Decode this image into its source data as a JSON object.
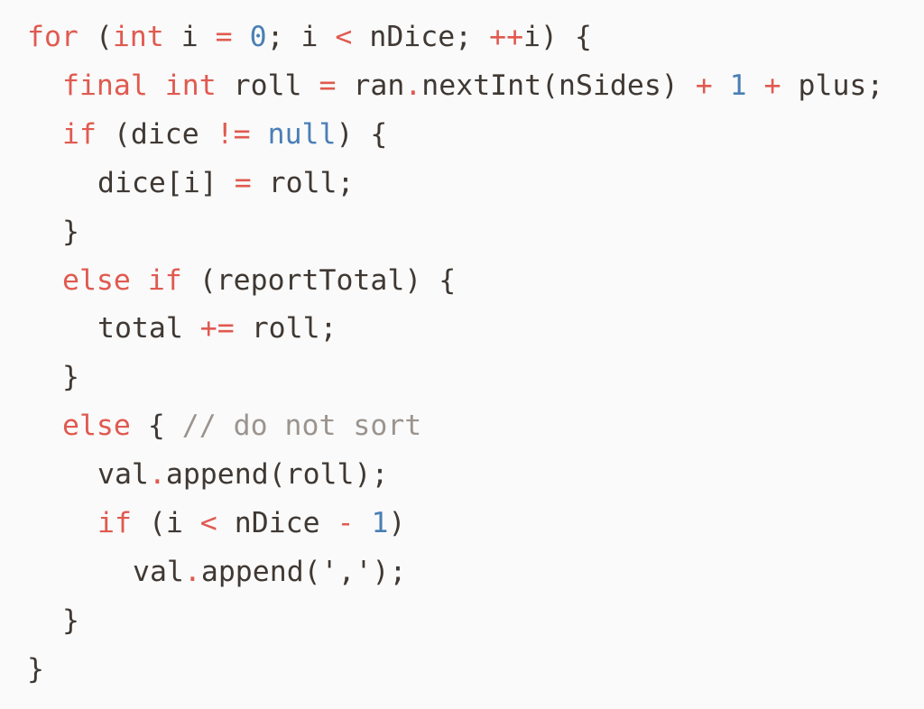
{
  "colors": {
    "background": "#fafafa",
    "text": "#3f3833",
    "keyword": "#e05a50",
    "literal": "#4a7fb5",
    "comment": "#9b948f"
  },
  "code": {
    "lines": [
      {
        "indent": 0,
        "tokens": [
          {
            "t": "kw",
            "v": "for"
          },
          {
            "t": "tx",
            "v": " ("
          },
          {
            "t": "kw",
            "v": "int"
          },
          {
            "t": "tx",
            "v": " i "
          },
          {
            "t": "kw",
            "v": "="
          },
          {
            "t": "tx",
            "v": " "
          },
          {
            "t": "num",
            "v": "0"
          },
          {
            "t": "tx",
            "v": "; i "
          },
          {
            "t": "kw",
            "v": "<"
          },
          {
            "t": "tx",
            "v": " nDice; "
          },
          {
            "t": "kw",
            "v": "++"
          },
          {
            "t": "tx",
            "v": "i) {"
          }
        ]
      },
      {
        "indent": 1,
        "tokens": [
          {
            "t": "kw",
            "v": "final"
          },
          {
            "t": "tx",
            "v": " "
          },
          {
            "t": "kw",
            "v": "int"
          },
          {
            "t": "tx",
            "v": " roll "
          },
          {
            "t": "kw",
            "v": "="
          },
          {
            "t": "tx",
            "v": " ran"
          },
          {
            "t": "kw",
            "v": "."
          },
          {
            "t": "tx",
            "v": "nextInt(nSides) "
          },
          {
            "t": "kw",
            "v": "+"
          },
          {
            "t": "tx",
            "v": " "
          },
          {
            "t": "num",
            "v": "1"
          },
          {
            "t": "tx",
            "v": " "
          },
          {
            "t": "kw",
            "v": "+"
          },
          {
            "t": "tx",
            "v": " plus;"
          }
        ]
      },
      {
        "indent": 1,
        "tokens": [
          {
            "t": "kw",
            "v": "if"
          },
          {
            "t": "tx",
            "v": " (dice "
          },
          {
            "t": "kw",
            "v": "!="
          },
          {
            "t": "tx",
            "v": " "
          },
          {
            "t": "num",
            "v": "null"
          },
          {
            "t": "tx",
            "v": ") {"
          }
        ]
      },
      {
        "indent": 2,
        "tokens": [
          {
            "t": "tx",
            "v": "dice[i] "
          },
          {
            "t": "kw",
            "v": "="
          },
          {
            "t": "tx",
            "v": " roll;"
          }
        ]
      },
      {
        "indent": 1,
        "tokens": [
          {
            "t": "tx",
            "v": "}"
          }
        ]
      },
      {
        "indent": 1,
        "tokens": [
          {
            "t": "kw",
            "v": "else"
          },
          {
            "t": "tx",
            "v": " "
          },
          {
            "t": "kw",
            "v": "if"
          },
          {
            "t": "tx",
            "v": " (reportTotal) {"
          }
        ]
      },
      {
        "indent": 2,
        "tokens": [
          {
            "t": "tx",
            "v": "total "
          },
          {
            "t": "kw",
            "v": "+="
          },
          {
            "t": "tx",
            "v": " roll;"
          }
        ]
      },
      {
        "indent": 1,
        "tokens": [
          {
            "t": "tx",
            "v": "}"
          }
        ]
      },
      {
        "indent": 1,
        "tokens": [
          {
            "t": "kw",
            "v": "else"
          },
          {
            "t": "tx",
            "v": " { "
          },
          {
            "t": "cm",
            "v": "// do not sort"
          }
        ]
      },
      {
        "indent": 2,
        "tokens": [
          {
            "t": "tx",
            "v": "val"
          },
          {
            "t": "kw",
            "v": "."
          },
          {
            "t": "tx",
            "v": "append(roll);"
          }
        ]
      },
      {
        "indent": 2,
        "tokens": [
          {
            "t": "kw",
            "v": "if"
          },
          {
            "t": "tx",
            "v": " (i "
          },
          {
            "t": "kw",
            "v": "<"
          },
          {
            "t": "tx",
            "v": " nDice "
          },
          {
            "t": "kw",
            "v": "-"
          },
          {
            "t": "tx",
            "v": " "
          },
          {
            "t": "num",
            "v": "1"
          },
          {
            "t": "tx",
            "v": ")"
          }
        ]
      },
      {
        "indent": 3,
        "tokens": [
          {
            "t": "tx",
            "v": "val"
          },
          {
            "t": "kw",
            "v": "."
          },
          {
            "t": "tx",
            "v": "append(','); "
          }
        ]
      },
      {
        "indent": 1,
        "tokens": [
          {
            "t": "tx",
            "v": "}"
          }
        ]
      },
      {
        "indent": 0,
        "tokens": [
          {
            "t": "tx",
            "v": "}"
          }
        ]
      }
    ]
  }
}
